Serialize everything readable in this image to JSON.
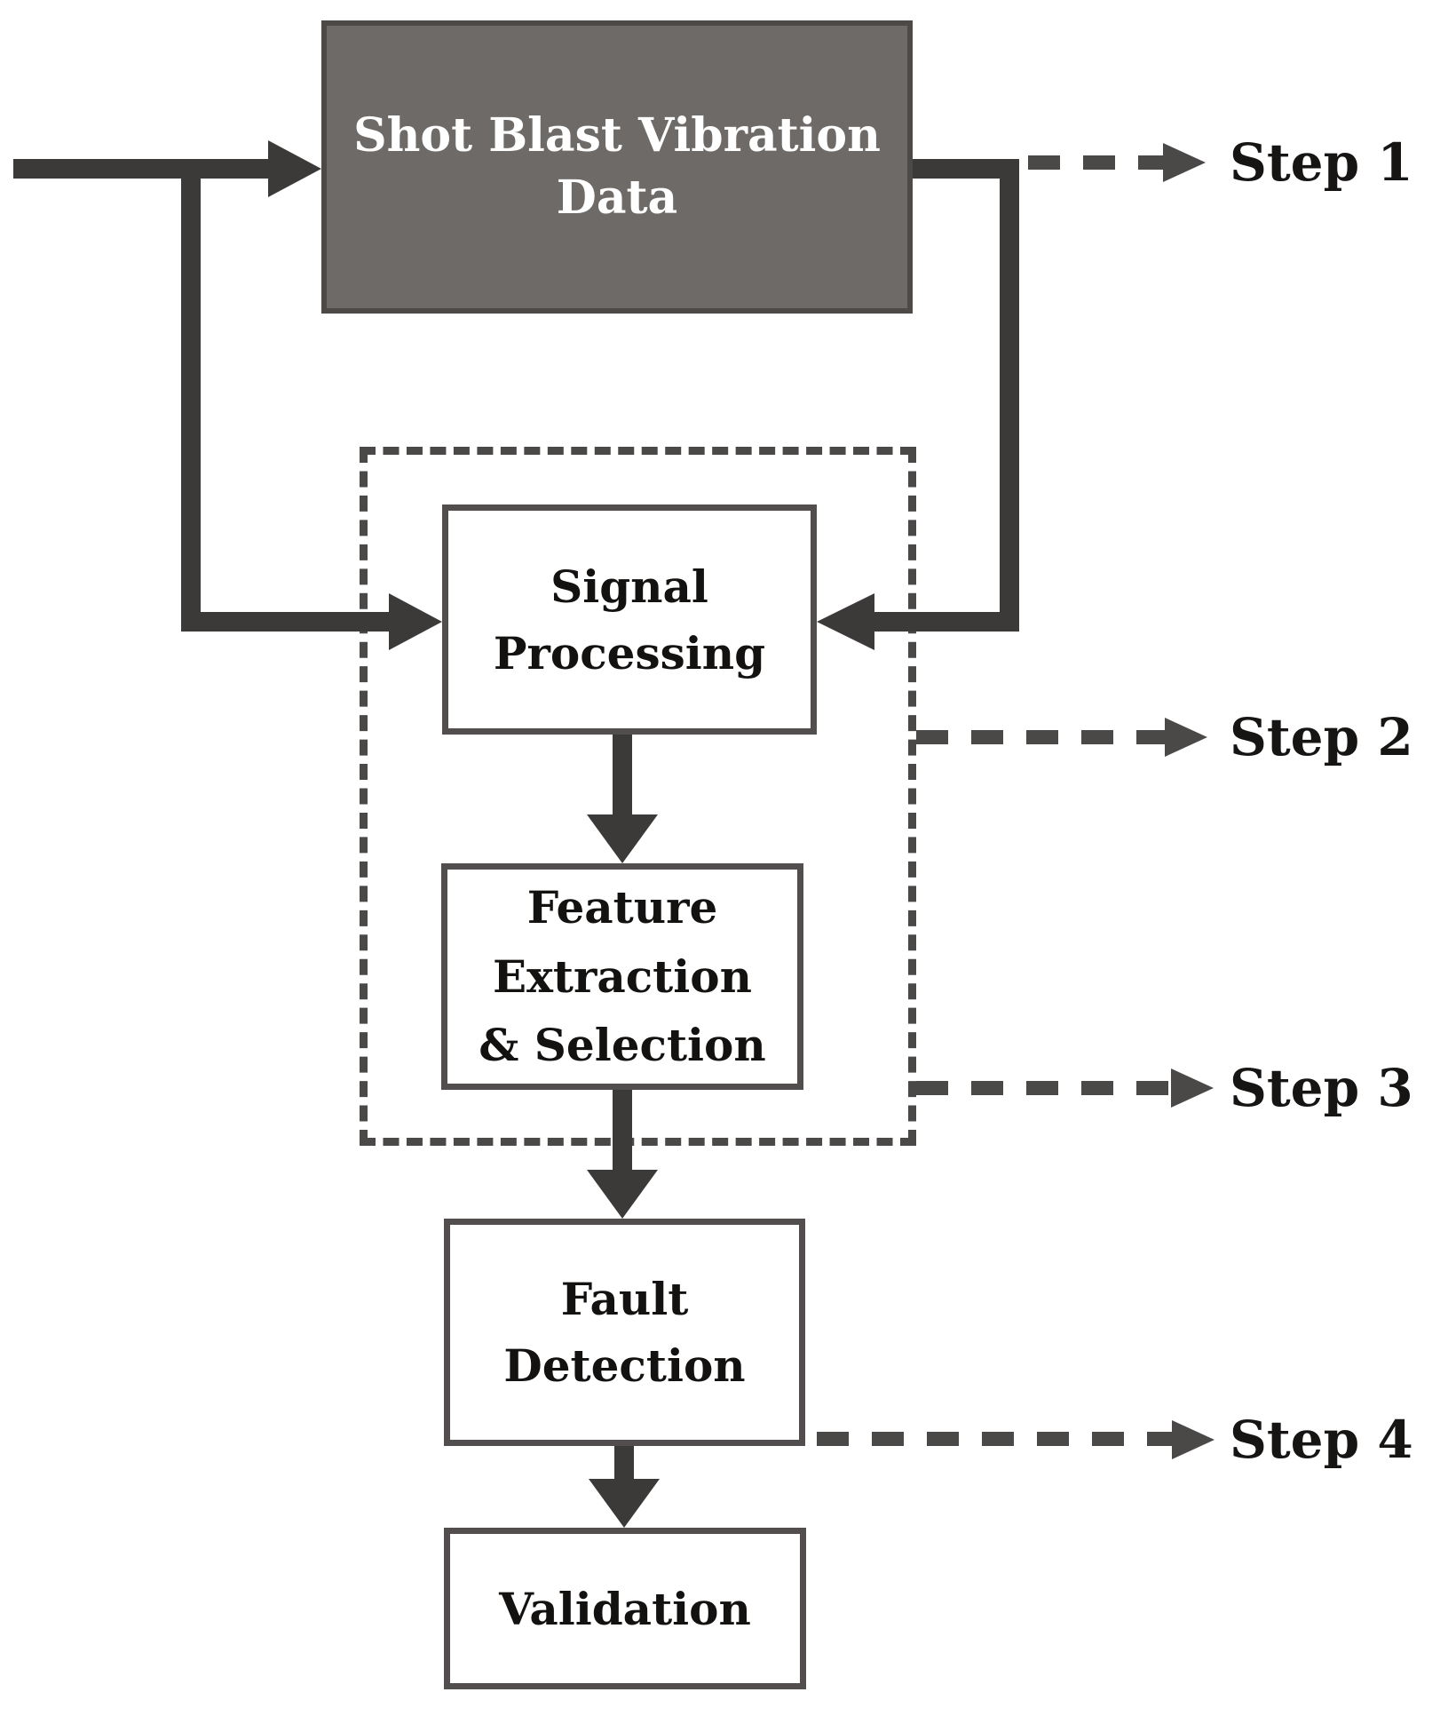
{
  "diagram": {
    "nodes": {
      "source": {
        "label": "Shot Blast Vibration\nData"
      },
      "signal": {
        "label": "Signal\nProcessing"
      },
      "feature": {
        "label": "Feature\nExtraction\n& Selection"
      },
      "fault": {
        "label": "Fault\nDetection"
      },
      "validation": {
        "label": "Validation"
      }
    },
    "steps": [
      {
        "label": "Step 1"
      },
      {
        "label": "Step 2"
      },
      {
        "label": "Step 3"
      },
      {
        "label": "Step 4"
      }
    ],
    "colors": {
      "source_fill": "#6E6A68",
      "source_border": "#4C4947",
      "node_border": "#514E4D",
      "arrow": "#3C3939",
      "dashed": "#4B4848",
      "label_text": "#171514",
      "node_text": "#141210",
      "source_text": "#FFFFFF",
      "background": "#FFFFFF"
    }
  }
}
